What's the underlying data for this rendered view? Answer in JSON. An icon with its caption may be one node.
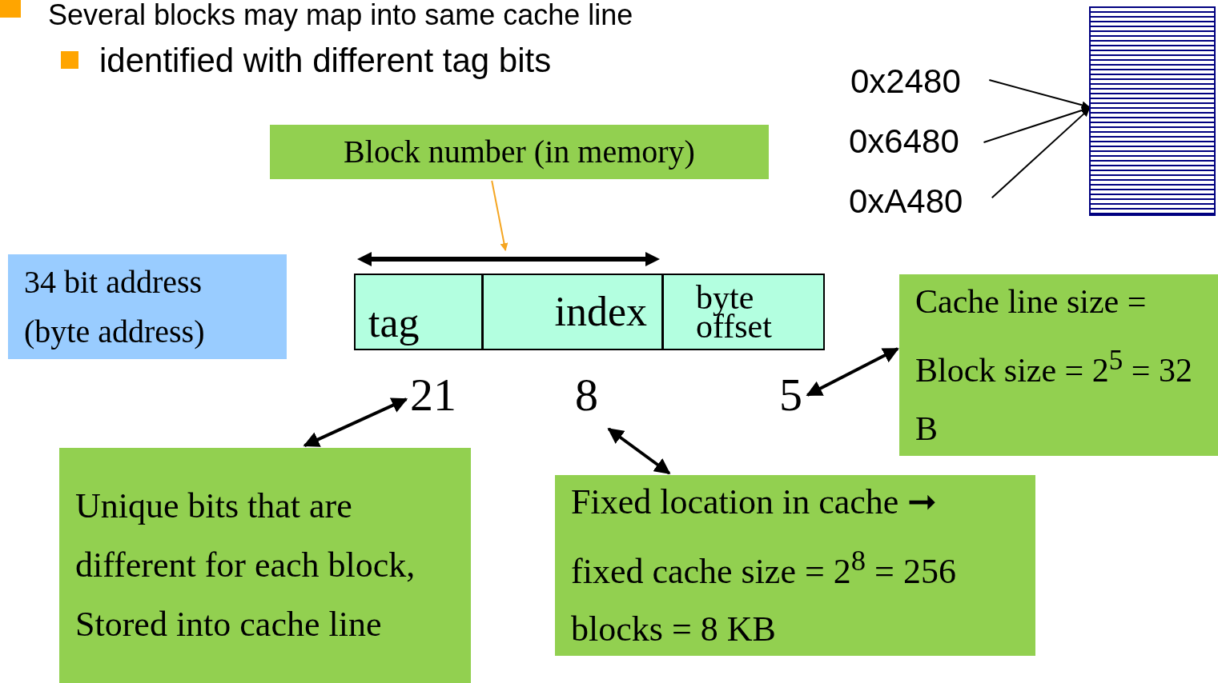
{
  "diagram": {
    "nodes": [
      {
        "text": [
          "Block number (in memory)"
        ]
      },
      {
        "text": [
          "34 bit address (byte address)"
        ]
      },
      {
        "text": [
          "tag"
        ]
      },
      {
        "text": [
          "index"
        ]
      },
      {
        "text": [
          "byte offset"
        ]
      },
      {
        "text": [
          "21"
        ]
      },
      {
        "text": [
          "8"
        ]
      },
      {
        "text": [
          "5"
        ]
      },
      {
        "text": [
          "Unique bits that are different for each block, Stored into cache line"
        ]
      },
      {
        "text": [
          "Fixed location in cache ➞ fixed cache size = 2$^{8}$ = 256 blocks = 8 KB"
        ]
      },
      {
        "text": [
          "Cache line size = Block size = 2$^{5}$ = 32 B"
        ]
      },
      {
        "text": [
          "0x2480"
        ]
      },
      {
        "text": [
          "0x6480"
        ]
      },
      {
        "text": [
          "0xA480"
        ]
      },
      {
        "text": [],
        "shape": "box"
      },
      {
        "text": [],
        "shape": "bar"
      }
    ],
    "edges": [
      {
        "from": 0,
        "to": 15,
        "arrow": "to",
        "color": "#f5a623"
      },
      {
        "from": 5,
        "to": 8,
        "arrow": "both"
      },
      {
        "from": 6,
        "to": 9,
        "arrow": "both"
      },
      {
        "from": 7,
        "to": 10,
        "arrow": "both"
      },
      {
        "from": 11,
        "to": 14,
        "arrow": "to"
      },
      {
        "from": 12,
        "to": 14,
        "arrow": "to"
      },
      {
        "from": 13,
        "to": 14,
        "arrow": "to"
      }
    ],
    "labels": [
      "Several blocks may map into same cache line",
      "identified with different tag bits"
    ]
  }
}
